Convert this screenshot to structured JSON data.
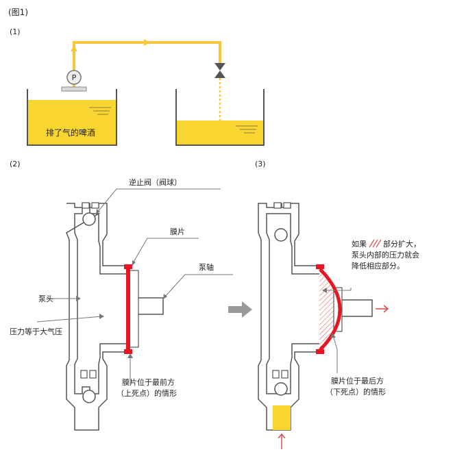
{
  "figure_title": "(图1)",
  "panels": {
    "p1": {
      "label": "(1)",
      "tank_label": "排了气的啤酒",
      "pump_symbol": "P"
    },
    "p2": {
      "label": "(2)",
      "check_valve": "逆止阀（阀球）",
      "diaphragm": "膜片",
      "pump_shaft": "泵轴",
      "pump_head": "泵头",
      "pressure_note": "压力等于大气压",
      "caption_line1": "膜片位于最前方",
      "caption_line2": "（上死点）的情形"
    },
    "p3": {
      "label": "(3)",
      "note_line1_pre": "如果",
      "note_line1_post": "部分扩大，",
      "note_line2": "泵头内部的压力就会",
      "note_line3": "降低相应部分。",
      "caption_line1": "膜片位于最后方",
      "caption_line2": "（下死点）的情形"
    }
  },
  "colors": {
    "beer": "#f9d532",
    "pipe": "#f6c83a",
    "diaphragm": "#e8141f",
    "outline": "#555555",
    "arrow_gray": "#9a9a9a",
    "arrow_red": "#e04a4a",
    "background": "#ffffff"
  }
}
